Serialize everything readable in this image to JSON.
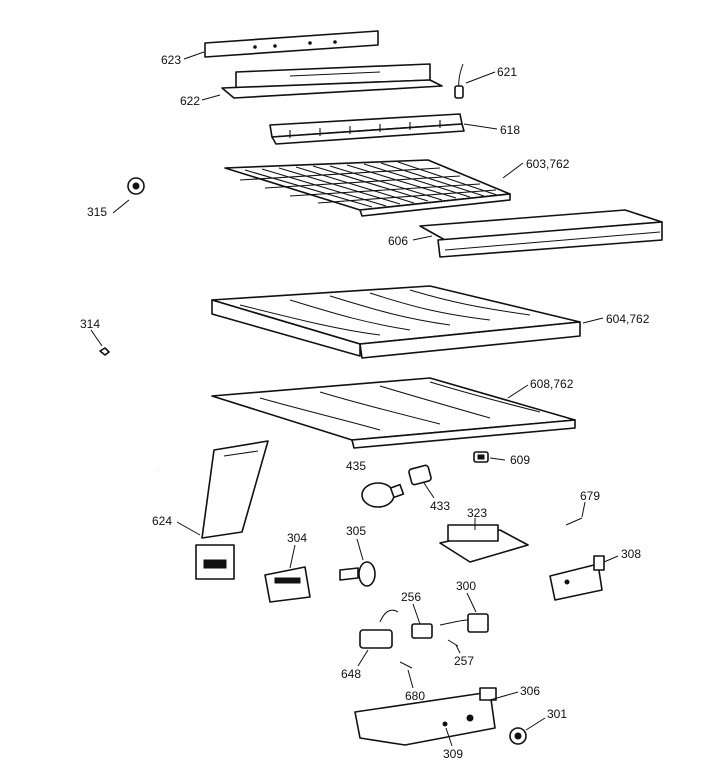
{
  "diagram": {
    "parts": [
      {
        "id": "p623",
        "label": "623"
      },
      {
        "id": "p622",
        "label": "622"
      },
      {
        "id": "p621",
        "label": "621"
      },
      {
        "id": "p618",
        "label": "618"
      },
      {
        "id": "p603",
        "label": "603,762"
      },
      {
        "id": "p315",
        "label": "315"
      },
      {
        "id": "p606",
        "label": "606"
      },
      {
        "id": "p314",
        "label": "314"
      },
      {
        "id": "p604",
        "label": "604,762"
      },
      {
        "id": "p608",
        "label": "608,762"
      },
      {
        "id": "p435",
        "label": "435"
      },
      {
        "id": "p609",
        "label": "609"
      },
      {
        "id": "p433",
        "label": "433"
      },
      {
        "id": "p679",
        "label": "679"
      },
      {
        "id": "p624",
        "label": "624"
      },
      {
        "id": "p323",
        "label": "323"
      },
      {
        "id": "p304",
        "label": "304"
      },
      {
        "id": "p305",
        "label": "305"
      },
      {
        "id": "p308",
        "label": "308"
      },
      {
        "id": "p256",
        "label": "256"
      },
      {
        "id": "p300",
        "label": "300"
      },
      {
        "id": "p257",
        "label": "257"
      },
      {
        "id": "p648",
        "label": "648"
      },
      {
        "id": "p680",
        "label": "680"
      },
      {
        "id": "p306",
        "label": "306"
      },
      {
        "id": "p301",
        "label": "301"
      },
      {
        "id": "p309",
        "label": "309"
      }
    ]
  }
}
